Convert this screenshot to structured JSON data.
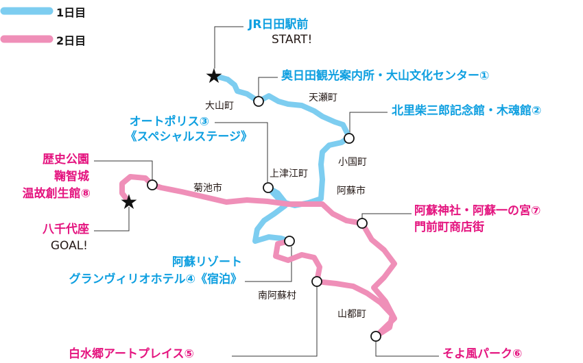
{
  "legend": [
    {
      "label": "1日目",
      "color": "#7dcdf0"
    },
    {
      "label": "2日目",
      "color": "#ef8fb8"
    }
  ],
  "colors": {
    "day1_text": "#0e9fe0",
    "day2_text": "#e4147f",
    "day1_route": "#7dcdf0",
    "day2_route": "#ef8fb8"
  },
  "spots": {
    "start": {
      "name": "JR日田駅前",
      "note": "START!"
    },
    "s1": "奥日田観光案内所・大山文化センター①",
    "s2": "北里柴三郎記念館・木魂館②",
    "s3": {
      "line1": "オートポリス③",
      "line2": "《スペシャルステージ》"
    },
    "s4": {
      "line1": "阿蘇リゾート",
      "line2": "グランヴィリオホテル④《宿泊》"
    },
    "s5": "白水郷アートプレイス⑤",
    "s6": "そよ風パーク⑥",
    "s7": {
      "line1": "阿蘇神社・阿蘇一の宮⑦",
      "line2": "門前町商店街"
    },
    "s8": {
      "line1": "歴史公園",
      "line2": "鞠智城",
      "line3": "温故創生館⑧"
    },
    "goal": {
      "name": "八千代座",
      "note": "GOAL!"
    }
  },
  "towns": [
    "大山町",
    "天瀬町",
    "小国町",
    "上津江町",
    "阿蘇市",
    "菊池市",
    "南阿蘇村",
    "山都町"
  ]
}
